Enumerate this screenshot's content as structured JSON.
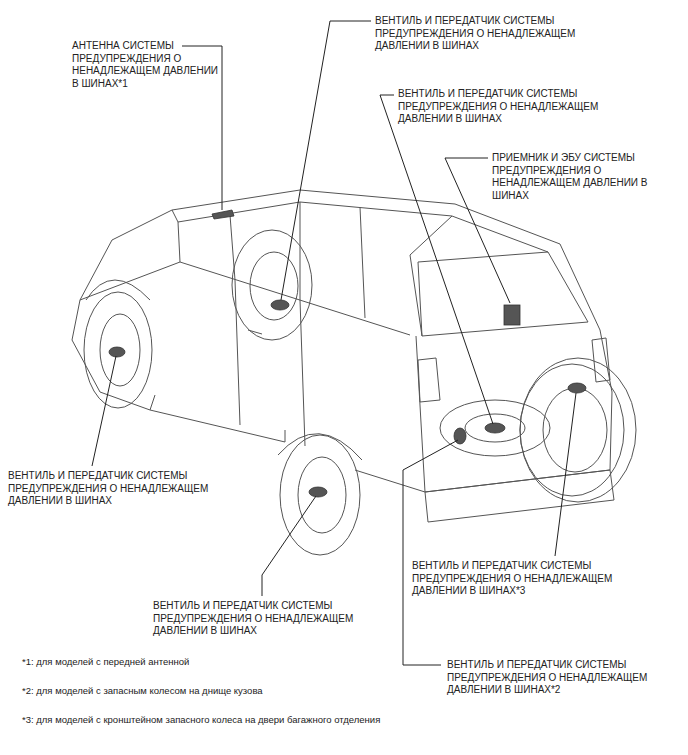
{
  "diagram": {
    "labels": [
      "АНТЕННА СИСТЕМЫ ПРЕДУПРЕЖДЕНИЯ О НЕНАДЛЕЖАЩЕМ ДАВЛЕНИИ В ШИНАХ*1",
      "ВЕНТИЛЬ И ПЕРЕДАТЧИК СИСТЕМЫ ПРЕДУПРЕЖДЕНИЯ О НЕНАДЛЕЖАЩЕМ ДАВЛЕНИИ В ШИНАХ",
      "ВЕНТИЛЬ И ПЕРЕДАТЧИК СИСТЕМЫ ПРЕДУПРЕЖДЕНИЯ О НЕНАДЛЕЖАЩЕМ ДАВЛЕНИИ В ШИНАХ",
      "ПРИЕМНИК И ЭБУ СИСТЕМЫ ПРЕДУПРЕЖДЕНИЯ О НЕНАДЛЕЖАЩЕМ ДАВЛЕНИИ В ШИНАХ",
      "ВЕНТИЛЬ И ПЕРЕДАТЧИК СИСТЕМЫ ПРЕДУПРЕЖДЕНИЯ О НЕНАДЛЕЖАЩЕМ ДАВЛЕНИИ В ШИНАХ",
      "ВЕНТИЛЬ И ПЕРЕДАТЧИК СИСТЕМЫ ПРЕДУПРЕЖДЕНИЯ О НЕНАДЛЕЖАЩЕМ ДАВЛЕНИИ В ШИНАХ*3",
      "ВЕНТИЛЬ И ПЕРЕДАТЧИК СИСТЕМЫ ПРЕДУПРЕЖДЕНИЯ О НЕНАДЛЕЖАЩЕМ ДАВЛЕНИИ В ШИНАХ",
      "ВЕНТИЛЬ И ПЕРЕДАТЧИК СИСТЕМЫ ПРЕДУПРЕЖДЕНИЯ О НЕНАДЛЕЖАЩЕМ ДАВЛЕНИИ В ШИНАХ*2",
      "*1: для моделей с передней антенной",
      "*2: для моделей с запасным колесом на днище кузова",
      "*3: для моделей с кронштейном запасного колеса на двери багажного отделения"
    ]
  }
}
